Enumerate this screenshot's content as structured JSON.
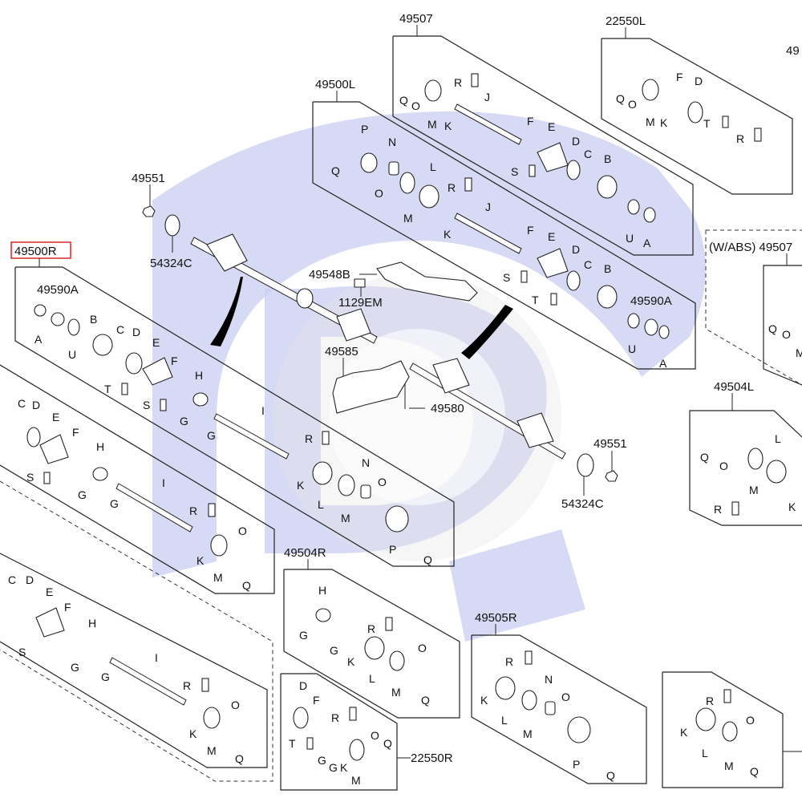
{
  "diagram": {
    "title": "Drive Shaft Parts Diagram",
    "highlighted_part": "49500R",
    "assemblies": [
      {
        "id": "49500R",
        "label": "49500R",
        "highlighted": true,
        "subparts": [
          "49590A",
          "A",
          "U",
          "B",
          "C",
          "D",
          "E",
          "F",
          "G",
          "H",
          "G",
          "I",
          "T",
          "S",
          "R",
          "K",
          "L",
          "M",
          "N",
          "O",
          "P",
          "Q"
        ]
      },
      {
        "id": "49500L",
        "label": "49500L",
        "subparts": [
          "Q",
          "P",
          "O",
          "N",
          "M",
          "L",
          "R",
          "K",
          "J",
          "F",
          "E",
          "D",
          "C",
          "B",
          "S",
          "T",
          "49590A",
          "U",
          "A"
        ]
      },
      {
        "id": "49507",
        "label": "49507",
        "subparts": [
          "Q",
          "O",
          "M",
          "K",
          "R",
          "J",
          "F",
          "E",
          "D",
          "C",
          "B",
          "S",
          "U",
          "A"
        ]
      },
      {
        "id": "22550L",
        "label": "22550L",
        "subparts": [
          "Q",
          "O",
          "M",
          "K",
          "F",
          "D",
          "T",
          "R"
        ]
      },
      {
        "id": "49507-abs",
        "label": "(W/ABS) 49507",
        "subparts": [
          "Q",
          "O",
          "M"
        ]
      },
      {
        "id": "49504L",
        "label": "49504L",
        "subparts": [
          "Q",
          "O",
          "M",
          "L",
          "K",
          "R"
        ]
      },
      {
        "id": "49504R",
        "label": "49504R",
        "subparts": [
          "H",
          "G",
          "G",
          "K",
          "R",
          "L",
          "M",
          "O",
          "Q"
        ]
      },
      {
        "id": "22550R",
        "label": "22550R",
        "subparts": [
          "D",
          "F",
          "R",
          "T",
          "G",
          "G",
          "K",
          "M",
          "O",
          "Q"
        ]
      },
      {
        "id": "49505R",
        "label": "49505R",
        "subparts": [
          "R",
          "K",
          "L",
          "M",
          "N",
          "O",
          "P",
          "Q"
        ]
      },
      {
        "id": "49505L",
        "label": "",
        "subparts": [
          "R",
          "K",
          "L",
          "M",
          "O",
          "Q"
        ]
      }
    ],
    "loose_parts": [
      {
        "id": "49551-top",
        "label": "49551"
      },
      {
        "id": "54324C-top",
        "label": "54324C"
      },
      {
        "id": "49548B",
        "label": "49548B"
      },
      {
        "id": "1129EM",
        "label": "1129EM"
      },
      {
        "id": "49585",
        "label": "49585"
      },
      {
        "id": "49580",
        "label": "49580"
      },
      {
        "id": "49551-right",
        "label": "49551"
      },
      {
        "id": "54324C-right",
        "label": "54324C"
      }
    ],
    "partial_labels": {
      "top_right": "49"
    }
  },
  "watermark": {
    "primary_color": "#c9cdf2",
    "secondary_color": "#e6e6e6"
  }
}
